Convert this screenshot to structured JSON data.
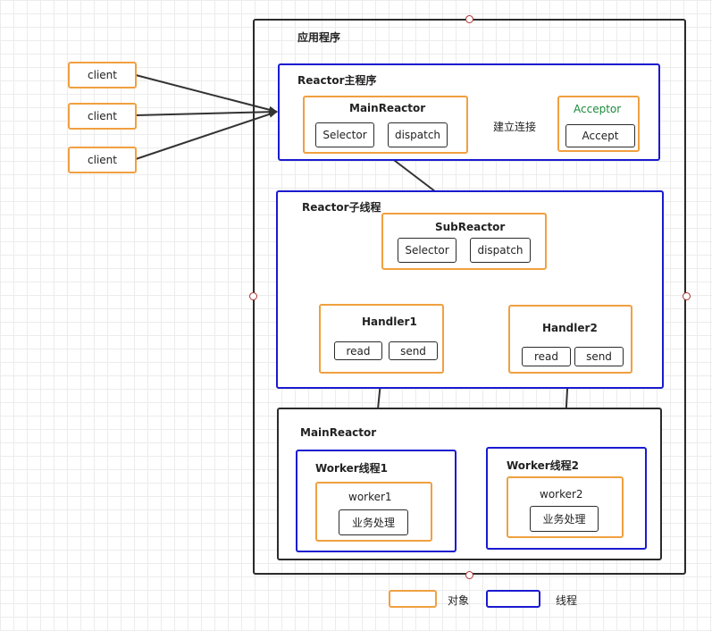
{
  "app": {
    "title": "应用程序",
    "reactor_main": {
      "title": "Reactor主程序",
      "main_reactor": {
        "title": "MainReactor",
        "selector": "Selector",
        "dispatch": "dispatch"
      },
      "connect_label": "建立连接",
      "acceptor": {
        "title": "Acceptor",
        "accept": "Accept"
      }
    },
    "reactor_sub": {
      "title": "Reactor子线程",
      "sub_reactor": {
        "title": "SubReactor",
        "selector": "Selector",
        "dispatch": "dispatch"
      },
      "handler1": {
        "title": "Handler1",
        "read": "read",
        "send": "send"
      },
      "handler2": {
        "title": "Handler2",
        "read": "read",
        "send": "send"
      }
    },
    "main_reactor_group": {
      "title": "MainReactor",
      "worker_thread1": {
        "title": "Worker线程1",
        "worker": "worker1",
        "task": "业务处理"
      },
      "worker_thread2": {
        "title": "Worker线程2",
        "worker": "worker2",
        "task": "业务处理"
      }
    }
  },
  "clients": [
    "client",
    "client",
    "client"
  ],
  "legend": {
    "object": "对象",
    "thread": "线程"
  },
  "colors": {
    "object": "#f0a040",
    "thread": "#1a1ad0",
    "acceptor_text": "#1a8a3a",
    "outline": "#2b2b2b"
  }
}
